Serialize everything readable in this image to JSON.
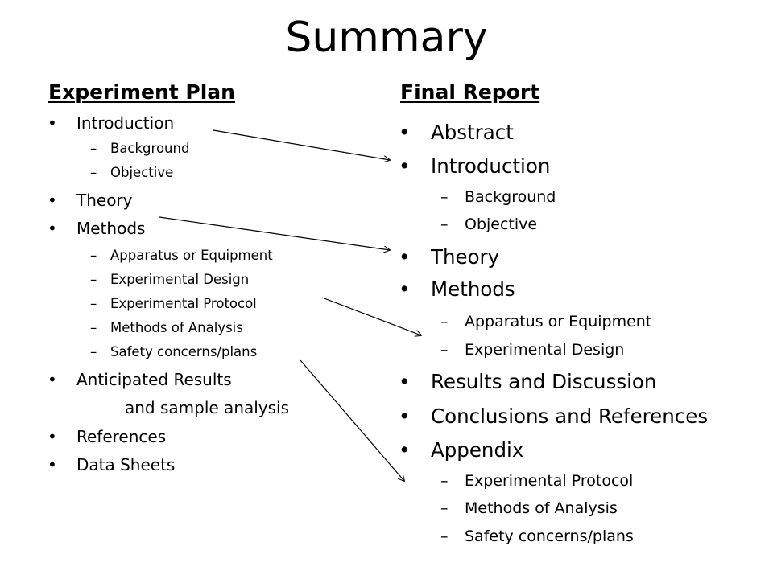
{
  "title": "Summary",
  "bullet_glyph": "•",
  "dash_glyph": "–",
  "left": {
    "heading": "Experiment Plan",
    "items": [
      {
        "level": 1,
        "text": "Introduction"
      },
      {
        "level": 2,
        "text": "Background"
      },
      {
        "level": 2,
        "text": "Objective"
      },
      {
        "level": 1,
        "text": "Theory"
      },
      {
        "level": 1,
        "text": "Methods"
      },
      {
        "level": 2,
        "text": "Apparatus or Equipment"
      },
      {
        "level": 2,
        "text": "Experimental Design"
      },
      {
        "level": 2,
        "text": "Experimental Protocol"
      },
      {
        "level": 2,
        "text": "Methods of Analysis"
      },
      {
        "level": 2,
        "text": "Safety concerns/plans"
      },
      {
        "level": 1,
        "text": "Anticipated Results"
      },
      {
        "level": 0,
        "text": "and sample analysis"
      },
      {
        "level": 1,
        "text": "References"
      },
      {
        "level": 1,
        "text": "Data Sheets"
      }
    ]
  },
  "right": {
    "heading": "Final Report",
    "items": [
      {
        "level": 1,
        "text": "Abstract"
      },
      {
        "level": 1,
        "text": "Introduction"
      },
      {
        "level": 2,
        "text": "Background"
      },
      {
        "level": 2,
        "text": "Objective"
      },
      {
        "level": 1,
        "text": "Theory"
      },
      {
        "level": 1,
        "text": "Methods"
      },
      {
        "level": 2,
        "text": "Apparatus or Equipment"
      },
      {
        "level": 2,
        "text": "Experimental Design"
      },
      {
        "level": 1,
        "text": "Results and Discussion"
      },
      {
        "level": 1,
        "text": "Conclusions and References"
      },
      {
        "level": 1,
        "text": "Appendix"
      },
      {
        "level": 2,
        "text": "Experimental Protocol"
      },
      {
        "level": 2,
        "text": "Methods of Analysis"
      },
      {
        "level": 2,
        "text": "Safety concerns/plans"
      }
    ]
  }
}
